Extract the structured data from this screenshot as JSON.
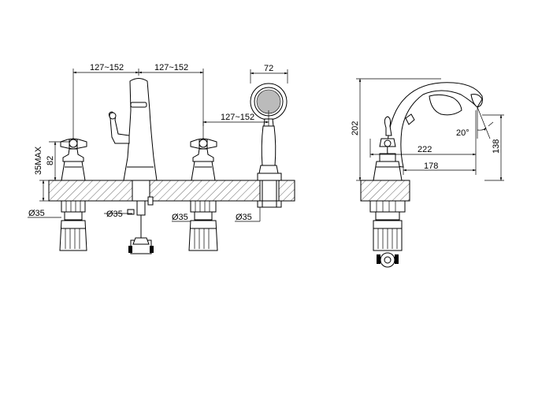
{
  "front_view": {
    "dims": {
      "spacing_left": "127~152",
      "spacing_right": "127~152",
      "spacing_hand_shower": "127~152",
      "hand_shower_width": "72",
      "valve_height": "82",
      "deck_thickness": "35MAX",
      "hole_1": "Ø35",
      "hole_2": "Ø35",
      "hole_3": "Ø35",
      "hole_4": "Ø35"
    }
  },
  "side_view": {
    "dims": {
      "total_height": "202",
      "spout_height": "138",
      "spout_reach": "222",
      "spout_projection": "178",
      "spray_angle": "20°"
    }
  }
}
